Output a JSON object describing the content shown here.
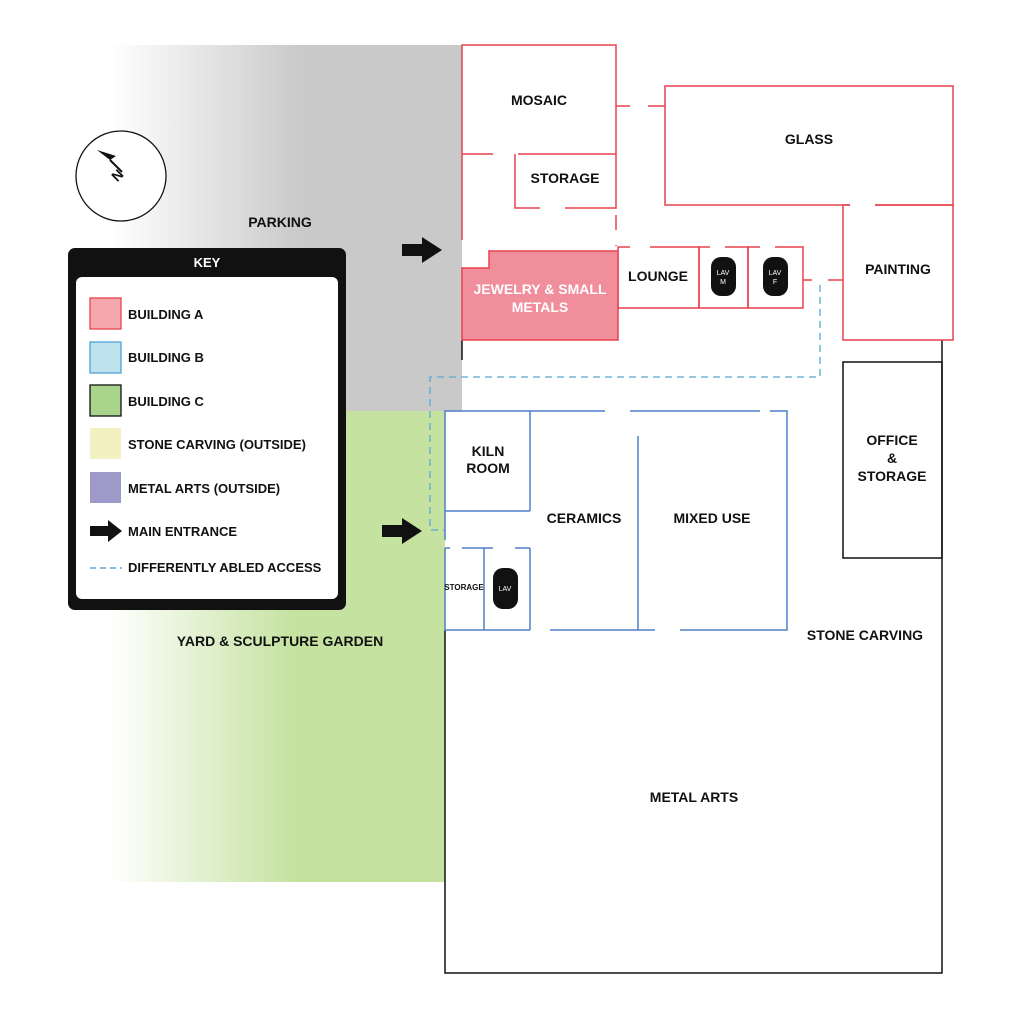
{
  "colors": {
    "building_a": "#f4a7ad",
    "building_a_stroke": "#e8424e",
    "building_b": "#bfe3ee",
    "building_b_stroke": "#4f7fc9",
    "building_c": "#a8d48c",
    "stone_carving": "#f3f0c2",
    "metal_arts": "#9d9ac9",
    "jewelry_fill": "#f08e9c",
    "parking": "#c9c9c9",
    "yard": "#c5e2a0",
    "access_dash": "#5aa7d6"
  },
  "compass": {
    "icon": "north-arrow-icon",
    "letter": "N"
  },
  "areas": {
    "parking": "PARKING",
    "yard": "YARD & SCULPTURE GARDEN",
    "stone_carving": "STONE CARVING",
    "metal_arts": "METAL ARTS"
  },
  "rooms": {
    "mosaic": "MOSAIC",
    "storage_a": "STORAGE",
    "glass": "GLASS",
    "jewelry_line1": "JEWELRY & SMALL",
    "jewelry_line2": "METALS",
    "lounge": "LOUNGE",
    "lav_m_1": "LAV",
    "lav_m_2": "M",
    "lav_f_1": "LAV",
    "lav_f_2": "F",
    "painting": "PAINTING",
    "office_1": "OFFICE",
    "office_2": "&",
    "office_3": "STORAGE",
    "kiln_1": "KILN",
    "kiln_2": "ROOM",
    "ceramics": "CERAMICS",
    "mixed_use": "MIXED USE",
    "storage_b": "STORAGE",
    "lav_b": "LAV"
  },
  "key": {
    "title": "KEY",
    "items": [
      {
        "label": "BUILDING A",
        "icon": "swatch-building-a"
      },
      {
        "label": "BUILDING B",
        "icon": "swatch-building-b"
      },
      {
        "label": "BUILDING C",
        "icon": "swatch-building-c"
      },
      {
        "label": "STONE CARVING (OUTSIDE)",
        "icon": "swatch-stone-carving"
      },
      {
        "label": "METAL ARTS (OUTSIDE)",
        "icon": "swatch-metal-arts"
      },
      {
        "label": "MAIN ENTRANCE",
        "icon": "arrow-right-icon"
      },
      {
        "label": "DIFFERENTLY ABLED ACCESS",
        "icon": "dashed-line-icon"
      }
    ]
  }
}
